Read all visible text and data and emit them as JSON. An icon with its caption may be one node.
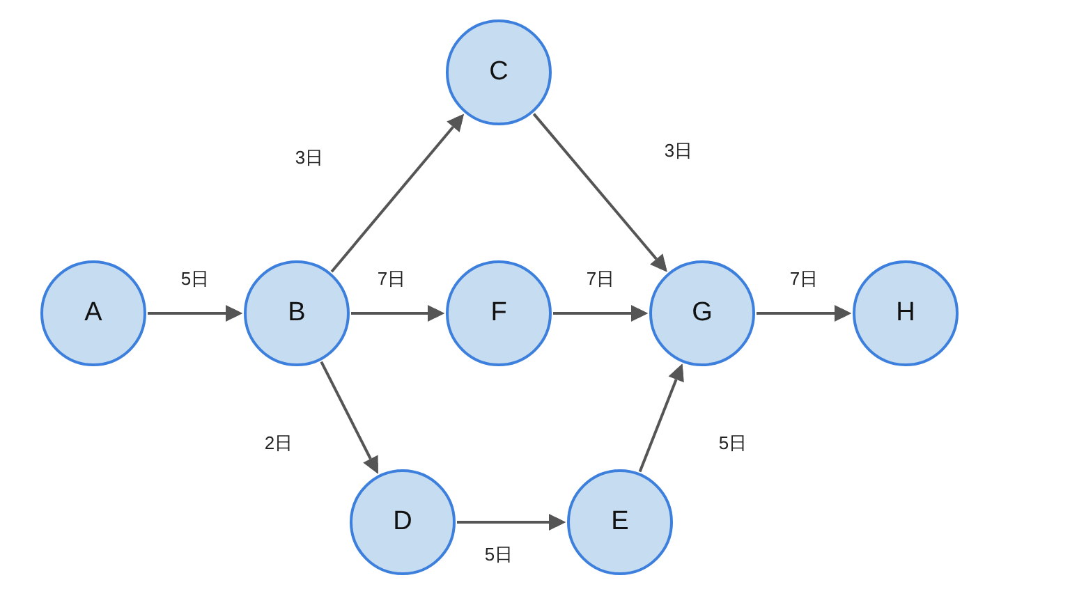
{
  "diagram": {
    "nodes": [
      {
        "text": [
          "C"
        ]
      },
      {
        "text": [
          "A"
        ]
      },
      {
        "text": [
          "B"
        ]
      },
      {
        "text": [
          "F"
        ]
      },
      {
        "text": [
          "G"
        ]
      },
      {
        "text": [
          "H"
        ]
      },
      {
        "text": [
          "D"
        ]
      },
      {
        "text": [
          "E"
        ]
      }
    ],
    "edges": [
      {
        "from": 1,
        "to": 2,
        "arrow": "to",
        "label": "5日"
      },
      {
        "from": 2,
        "to": 0,
        "arrow": "to",
        "label": "3日"
      },
      {
        "from": 2,
        "to": 3,
        "arrow": "to",
        "label": "7日"
      },
      {
        "from": 2,
        "to": 6,
        "arrow": "to",
        "label": "2日"
      },
      {
        "from": 0,
        "to": 4,
        "arrow": "to",
        "label": "3日"
      },
      {
        "from": 3,
        "to": 4,
        "arrow": "to",
        "label": "7日"
      },
      {
        "from": 6,
        "to": 7,
        "arrow": "to",
        "label": "5日"
      },
      {
        "from": 7,
        "to": 4,
        "arrow": "to",
        "label": "5日"
      },
      {
        "from": 4,
        "to": 5,
        "arrow": "to",
        "label": "7日"
      }
    ]
  }
}
